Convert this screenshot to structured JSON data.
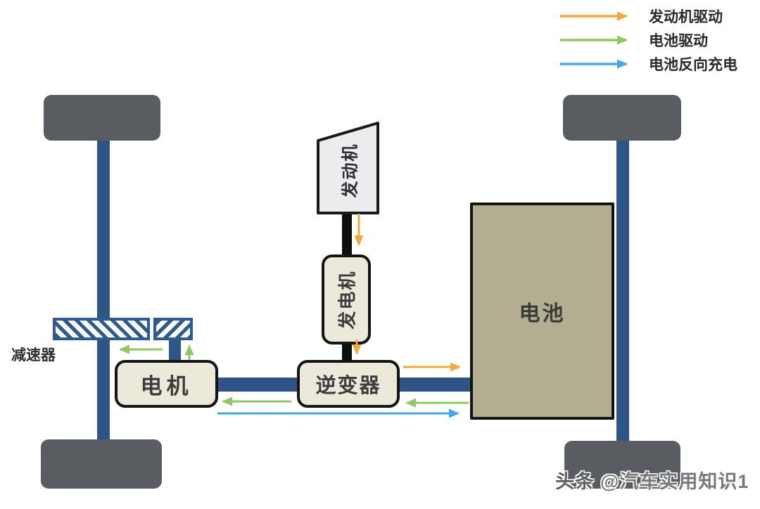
{
  "legend": {
    "items": [
      {
        "name": "engine-drive",
        "label": "发动机驱动",
        "color": "#F2A93B"
      },
      {
        "name": "battery-drive",
        "label": "电池驱动",
        "color": "#8FC763"
      },
      {
        "name": "battery-reverse-charge",
        "label": "电池反向充电",
        "color": "#45A7E5"
      }
    ]
  },
  "components": {
    "engine": {
      "label": "发动机"
    },
    "generator": {
      "label": "发电机"
    },
    "inverter": {
      "label": "逆变器"
    },
    "motor": {
      "label": "电机"
    },
    "battery": {
      "label": "电池"
    },
    "reducer": {
      "label": "减速器"
    }
  },
  "watermark": {
    "brand": "头条",
    "handle": "@汽车实用知识1"
  },
  "colors": {
    "axle_blue": "#2F5488",
    "hatch_blue": "#2E5A8E",
    "wheel_gray": "#595D61",
    "box_cream": "#ECE8DA",
    "battery_tan": "#B3AE91",
    "engine_gray": "#ECECEE",
    "arrow_orange": "#F2A93B",
    "arrow_green": "#8FC763",
    "arrow_blue": "#45A7E5"
  }
}
